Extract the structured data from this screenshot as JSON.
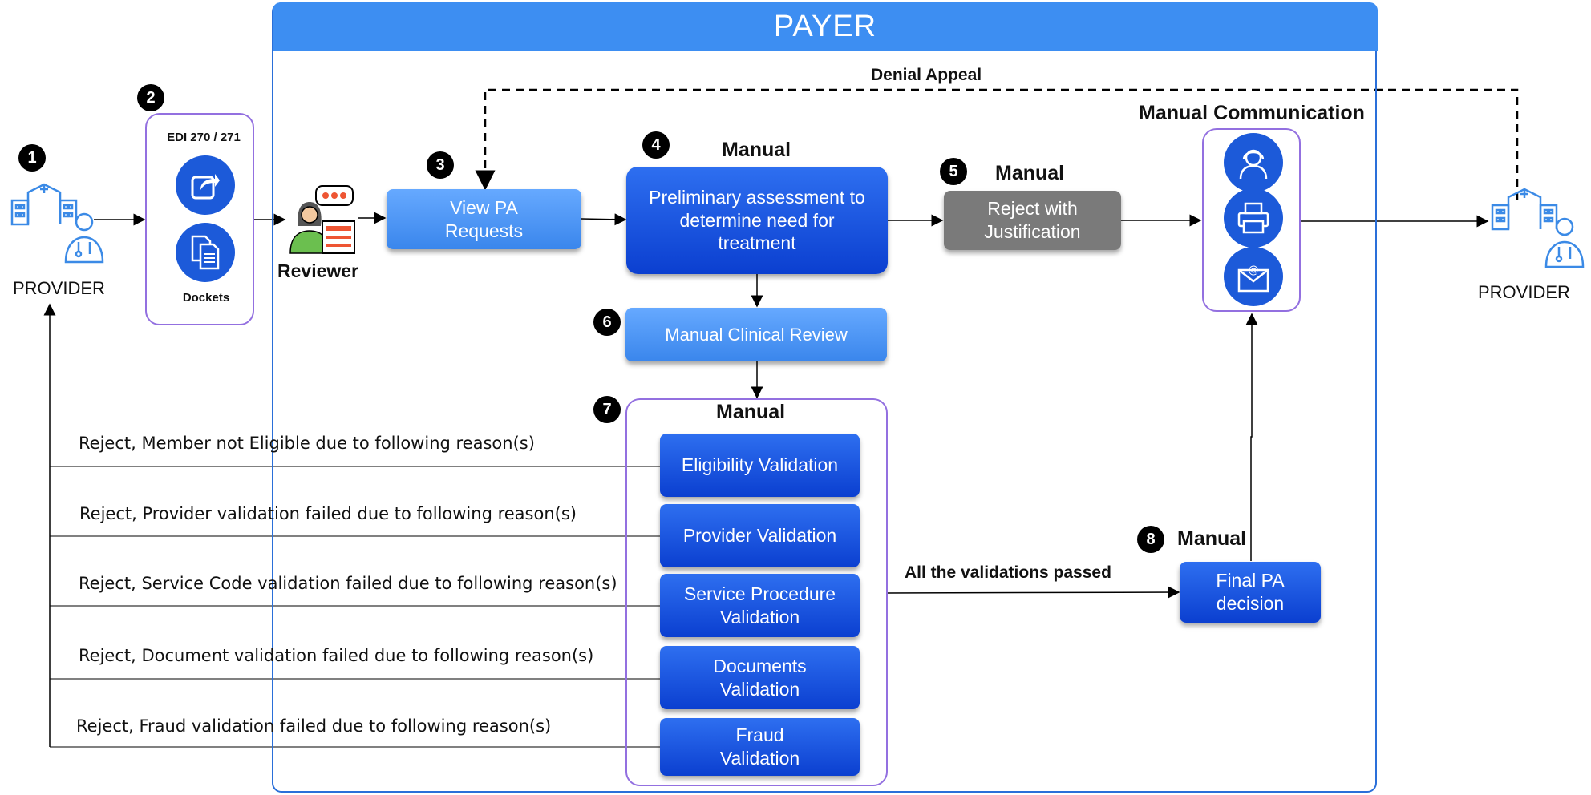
{
  "payer_title": "PAYER",
  "denial_appeal": "Denial Appeal",
  "provider_left": "PROVIDER",
  "provider_right": "PROVIDER",
  "edi": {
    "title": "EDI 270 / 271",
    "dockets": "Dockets"
  },
  "reviewer": "Reviewer",
  "steps": {
    "s1": "1",
    "s2": "2",
    "s3": "3",
    "s4": "4",
    "s5": "5",
    "s6": "6",
    "s7": "7",
    "s8": "8"
  },
  "view_pa": "View PA Requests",
  "manual_4": "Manual",
  "preliminary": "Preliminary assessment to determine need for treatment",
  "manual_5": "Manual",
  "reject_justification": "Reject with Justification",
  "manual_communication": "Manual Communication",
  "manual_clinical_review": "Manual Clinical Review",
  "manual_7": "Manual",
  "validations": [
    "Eligibility Validation",
    "Provider Validation",
    "Service Procedure Validation",
    "Documents Validation",
    "Fraud Validation"
  ],
  "reasons": [
    "Reject, Member not Eligible due to following reason(s)",
    "Reject, Provider validation failed due to following reason(s)",
    "Reject, Service Code validation failed due to following reason(s)",
    "Reject, Document validation failed due to following reason(s)",
    "Reject, Fraud validation failed due to following reason(s)"
  ],
  "all_passed": "All the validations passed",
  "manual_8": "Manual",
  "final_decision": "Final PA decision",
  "icons": [
    "hospital-icon",
    "share-icon",
    "documents-icon",
    "reviewer-icon",
    "headset-icon",
    "printer-icon",
    "email-icon"
  ]
}
